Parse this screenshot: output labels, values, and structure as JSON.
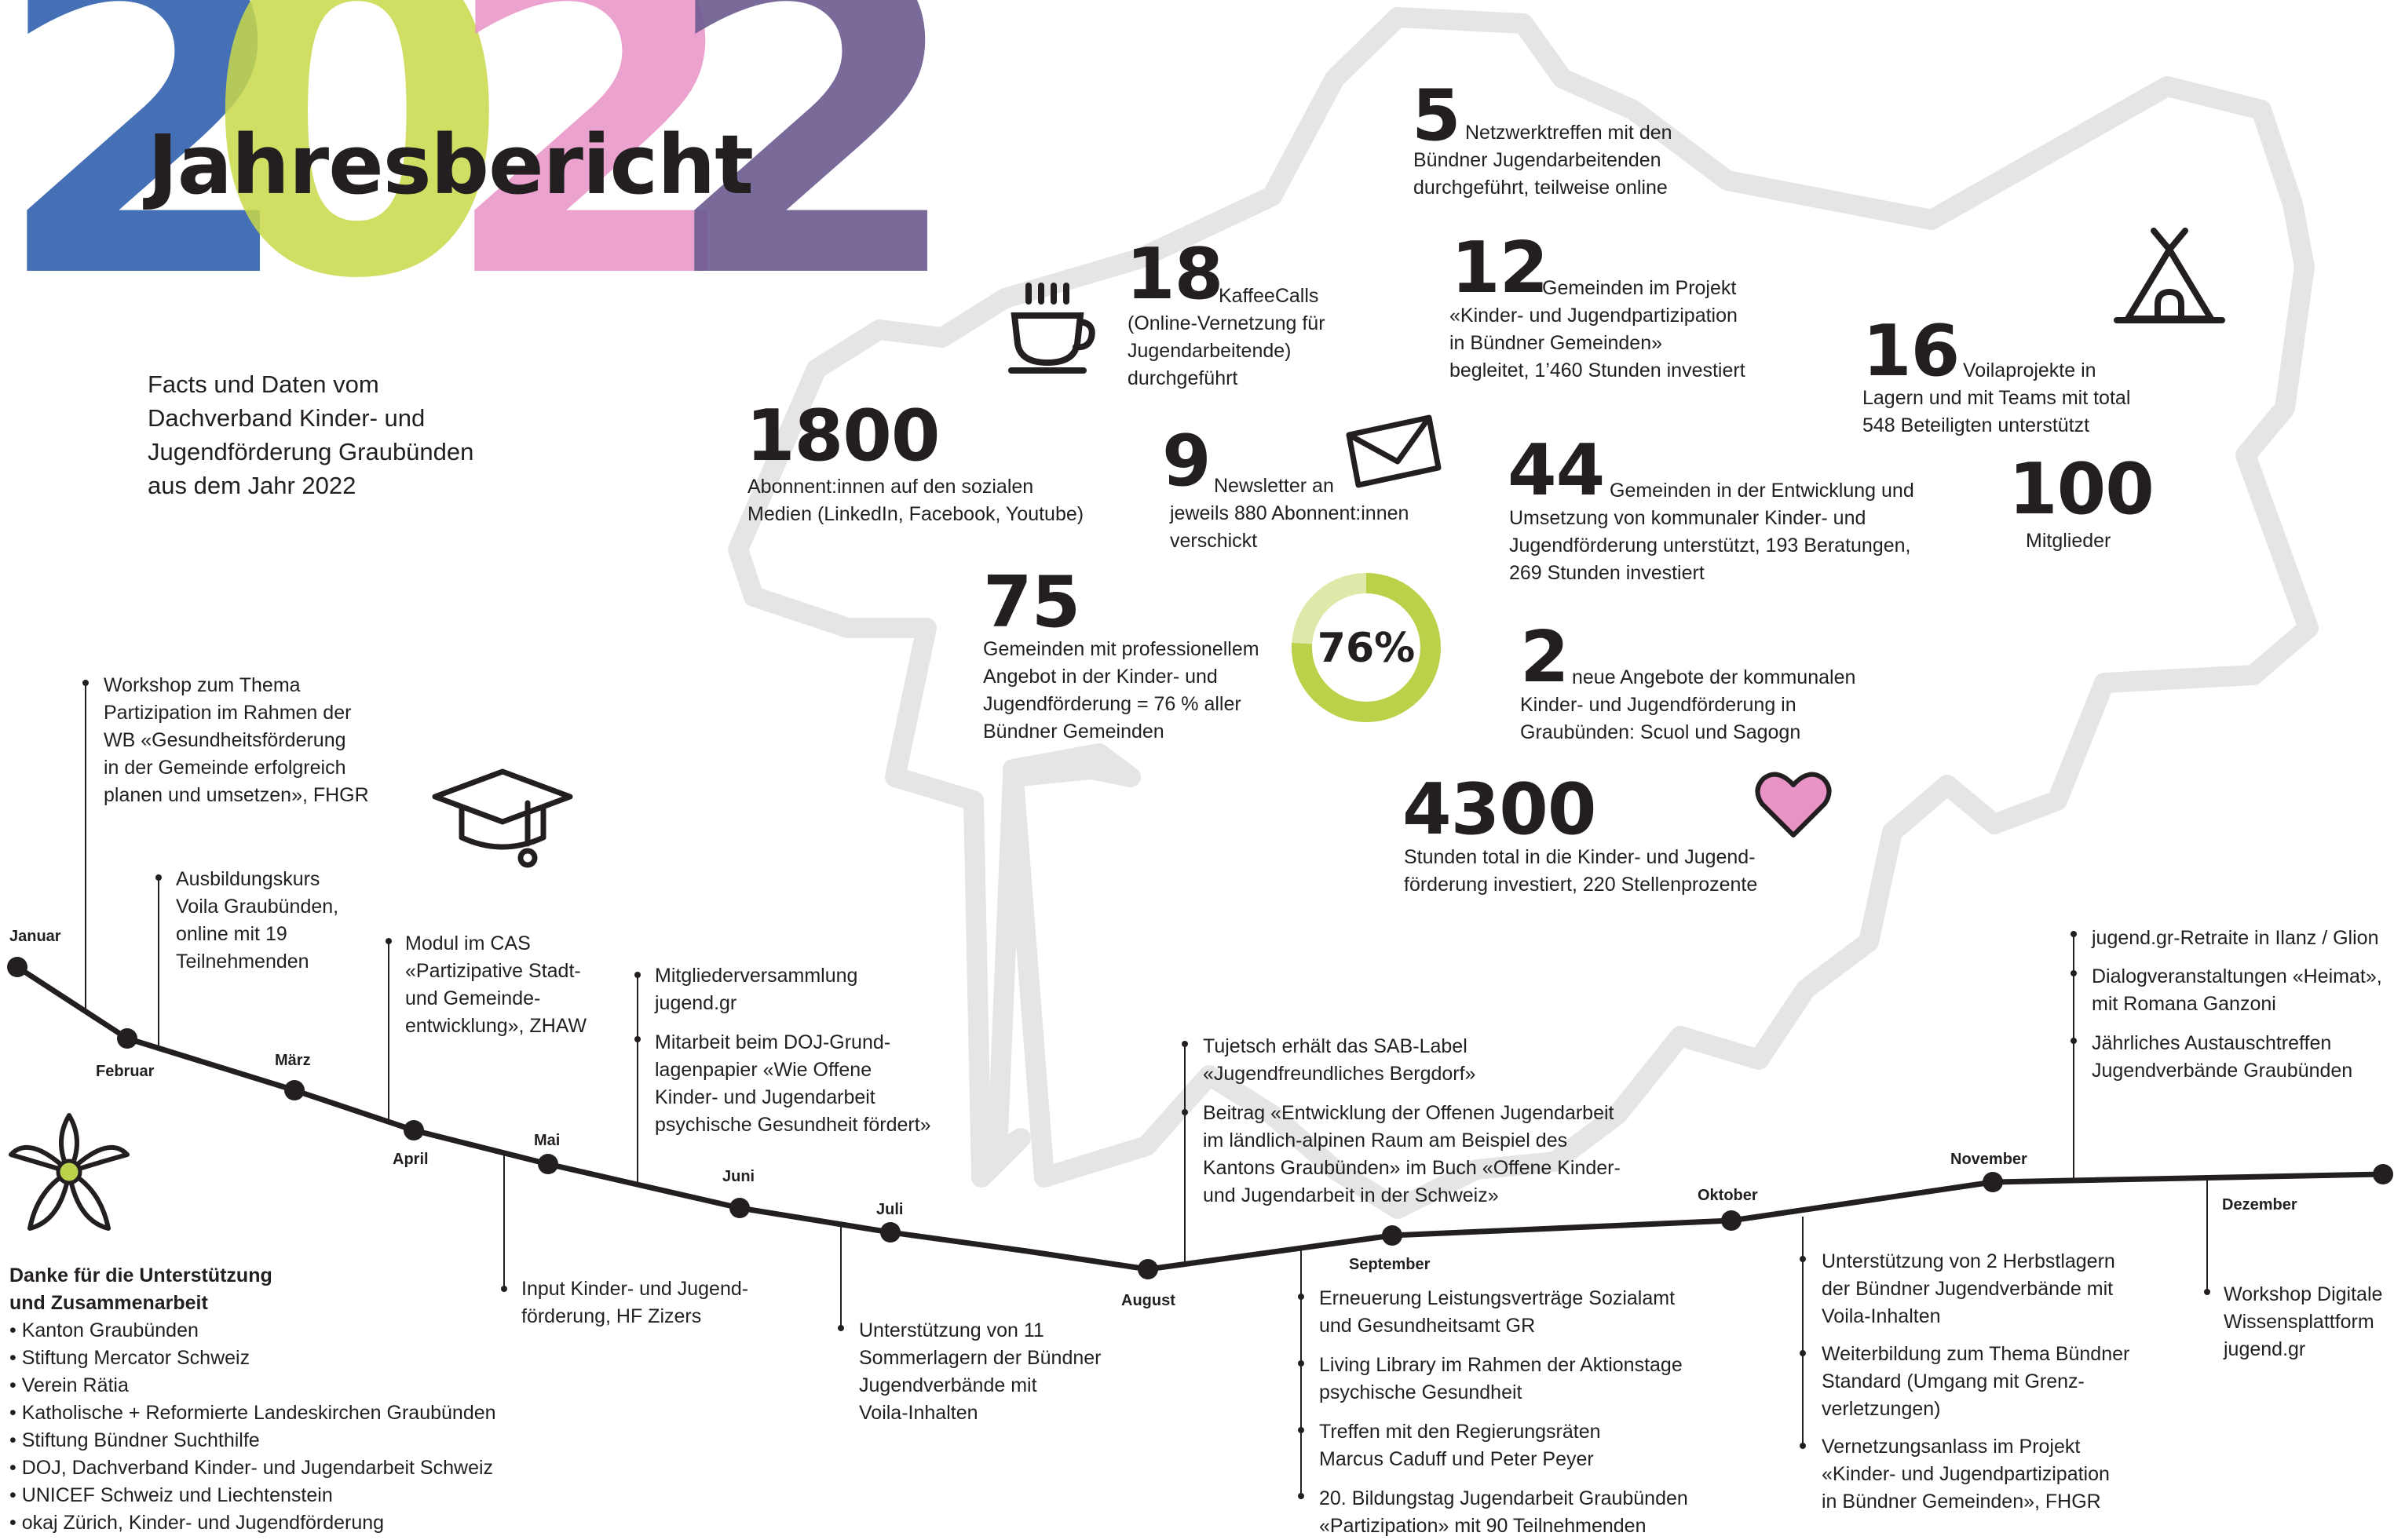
{
  "header": {
    "year_digits": [
      "2",
      "0",
      "2",
      "2"
    ],
    "title": "Jahresbericht",
    "digit_colors": [
      "#3f6cb4",
      "#c8d94a",
      "#e892c6",
      "#6b5a8f"
    ]
  },
  "intro": [
    "Facts und Daten vom",
    "Dachverband Kinder- und",
    "Jugendförderung Graubünden",
    "aus dem Jahr 2022"
  ],
  "facts": {
    "netzwerk": {
      "number": "5",
      "lines": [
        "Netzwerktreffen mit den",
        "Bündner Jugendarbeitenden",
        "durchgeführt, teilweise online"
      ]
    },
    "kaffee": {
      "number": "18",
      "lines": [
        "KaffeeCalls",
        "(Online-Vernetzung für",
        "Jugendarbeitende)",
        "durchgeführt"
      ]
    },
    "gemeinden12": {
      "number": "12",
      "lines": [
        "Gemeinden im Projekt",
        "«Kinder- und Jugendpartizipation",
        "in Bündner Gemeinden»",
        "begleitet, 1’460 Stunden investiert"
      ]
    },
    "voila": {
      "number": "16",
      "lines": [
        "Voilaprojekte in",
        "Lagern und mit Teams mit total",
        "548 Beteiligten unterstützt"
      ]
    },
    "abonnenten": {
      "number": "1800",
      "lines": [
        "Abonnent:innen auf den sozialen",
        "Medien (LinkedIn, Facebook, Youtube)"
      ]
    },
    "newsletter": {
      "number": "9",
      "lines": [
        "Newsletter an",
        "jeweils 880 Abonnent:innen",
        "verschickt"
      ]
    },
    "gemeinden44": {
      "number": "44",
      "lines": [
        "Gemeinden in der Entwicklung und",
        "Umsetzung von kommunaler Kinder- und",
        "Jugendförderung unterstützt, 193 Beratungen,",
        "269 Stunden investiert"
      ]
    },
    "mitglieder": {
      "number": "100",
      "lines": [
        "Mitglieder"
      ]
    },
    "gemeinden75": {
      "number": "75",
      "lines": [
        "Gemeinden mit professionellem",
        "Angebot in der Kinder- und",
        "Jugendförderung = 76 % aller",
        "Bündner Gemeinden"
      ]
    },
    "percent": {
      "label": "76%",
      "value": 0.76,
      "color_main": "#b9d24a",
      "color_rest": "#dde9a8"
    },
    "angebote": {
      "number": "2",
      "lines": [
        "neue Angebote der kommunalen",
        "Kinder- und Jugendförderung in",
        "Graubünden: Scuol und Sagogn"
      ]
    },
    "stunden": {
      "number": "4300",
      "lines": [
        "Stunden total in die Kinder- und Jugend-",
        "förderung investiert, 220 Stellenprozente"
      ]
    }
  },
  "icons": [
    "coffee-cup-icon",
    "envelope-icon",
    "tent-icon",
    "graduation-cap-icon",
    "heart-icon",
    "flower-icon"
  ],
  "accent_colors": {
    "heart": "#e892c6",
    "flower_center": "#b9d24a",
    "map_outline": "#e5e5e6"
  },
  "months": [
    "Januar",
    "Februar",
    "März",
    "April",
    "Mai",
    "Juni",
    "Juli",
    "August",
    "September",
    "Oktober",
    "November",
    "Dezember"
  ],
  "events": {
    "e1": "Workshop zum Thema\nPartizipation im Rahmen der\nWB «Gesundheitsförderung\nin der Gemeinde erfolgreich\nplanen und umsetzen», FHGR",
    "e2": "Ausbildungskurs\nVoila Graubünden,\nonline mit 19\nTeilnehmenden",
    "e3": "Modul im CAS\n«Partizipative Stadt-\nund Gemeinde-\nentwicklung», ZHAW",
    "e4": "Input Kinder- und Jugend-\nförderung, HF Zizers",
    "e5a": "Mitgliederversammlung\njugend.gr",
    "e5b": "Mitarbeit beim DOJ-Grund-\nlagenpapier «Wie Offene\nKinder- und Jugendarbeit\npsychische Gesundheit fördert»",
    "e6": "Unterstützung von 11\nSommerlagern der Bündner\nJugendverbände mit\nVoila-Inhalten",
    "e7a": "Tujetsch erhält das SAB-Label\n«Jugendfreundliches Bergdorf»",
    "e7b": "Beitrag «Entwicklung der Offenen Jugendarbeit\nim ländlich-alpinen Raum am Beispiel des\nKantons Graubünden» im Buch «Offene Kinder-\nund Jugendarbeit in der Schweiz»",
    "e8a": "Erneuerung Leistungsverträge Sozialamt\nund Gesundheitsamt GR",
    "e8b": "Living Library im Rahmen der Aktionstage\npsychische Gesundheit",
    "e8c": "Treffen mit den Regierungsräten\nMarcus Caduff und Peter Peyer",
    "e8d": "20. Bildungstag Jugendarbeit Graubünden\n«Partizipation» mit 90 Teilnehmenden",
    "e9a": "Unterstützung von 2 Herbstlagern\nder Bündner Jugendverbände mit\nVoila-Inhalten",
    "e9b": "Weiterbildung zum Thema Bündner\nStandard (Umgang mit Grenz-\nverletzungen)",
    "e9c": "Vernetzungsanlass im Projekt\n«Kinder- und Jugendpartizipation\nin Bündner Gemeinden», FHGR",
    "e10a": "jugend.gr-Retraite in Ilanz / Glion",
    "e10b": "Dialogveranstaltungen «Heimat»,\nmit Romana Ganzoni",
    "e10c": "Jährliches Austauschtreffen\nJugendverbände Graubünden",
    "e11": "Workshop Digitale\nWissensplattform\njugend.gr"
  },
  "thanks": {
    "title": [
      "Danke für die Unterstützung",
      "und Zusammenarbeit"
    ],
    "items": [
      "• Kanton Graubünden",
      "• Stiftung Mercator Schweiz",
      "• Verein Rätia",
      "• Katholische + Reformierte Landeskirchen Graubünden",
      "• Stiftung Bündner Suchthilfe",
      "• DOJ, Dachverband Kinder- und Jugendarbeit Schweiz",
      "• UNICEF Schweiz und Liechtenstein",
      "• okaj Zürich, Kinder- und Jugendförderung"
    ]
  }
}
